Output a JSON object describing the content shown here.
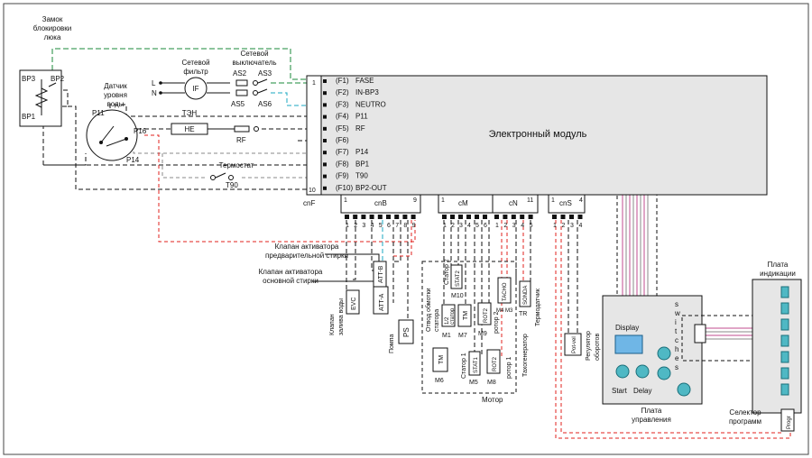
{
  "labels": {
    "door_lock": [
      "Замок",
      "блокировки",
      "люка"
    ],
    "bp3": "BP3",
    "bp2": "BP2",
    "bp1": "BP1",
    "level_sensor": [
      "Датчик",
      "уровня",
      "воды"
    ],
    "p11": "P11",
    "p16": "P16",
    "p14": "P14",
    "mains_filter": [
      "Сетевой",
      "фильтр"
    ],
    "if": "IF",
    "line_l": "L",
    "line_n": "N",
    "mains_switch": [
      "Сетевой",
      "выключатель"
    ],
    "as2": "AS2",
    "as3": "AS3",
    "as5": "AS5",
    "as6": "AS6",
    "heater": "ТЭН",
    "he": "HE",
    "rf": "RF",
    "thermostat": "Термостат",
    "t90": "T90",
    "module": "Электронный модуль",
    "cnf": "cnF",
    "cnf_1": "1",
    "cnf_10": "10",
    "cnb": "cnB",
    "cnm": "cM",
    "cnn": "cN",
    "cns": "cnS",
    "cnb_1": "1",
    "cnb_9": "9",
    "cnn_11": "11",
    "cns_1": "1",
    "cns_4": "4",
    "prewash_valve": [
      "Клапан активатора",
      "предварительной стирки"
    ],
    "main_valve": [
      "Клапан активатора",
      "основной стирки"
    ],
    "att_b": "ATT-B",
    "att_a": "ATT-A",
    "evc": "EVC",
    "fill_valve": [
      "Клапан",
      "залива воды"
    ],
    "ps": "PS",
    "pump": "Помпа",
    "stator_tap": [
      "Отвод обмотки",
      "статора"
    ],
    "stator2": "Статор 2",
    "stat2": "STAT2",
    "m10": "M10",
    "half_stator": [
      "1/2",
      "статор"
    ],
    "m1": "M1",
    "tm": "TM",
    "m7": "M7",
    "rot2": "ROT2",
    "m9": "M9",
    "rotor2": "ротор 2",
    "tacho": "TACHO",
    "m4m3": "M4 M3",
    "sonda": "SONDA",
    "tr": "TR",
    "tachogen": "Тахогенератор",
    "thermosensor": "Термодатчик",
    "m6": "M6",
    "stator1": "Статор 1",
    "stat1": "STAT1",
    "m5": "M5",
    "m8": "M8",
    "rotor1": "ротор 1",
    "motor": "Мотор",
    "potvel": "Pot-vel",
    "speed_reg": [
      "Регулятор",
      "оборотов"
    ],
    "display": "Display",
    "switches": [
      "s",
      "w",
      "i",
      "t",
      "c",
      "h",
      "e",
      "s"
    ],
    "start": "Start",
    "delay": "Delay",
    "control_board": [
      "Плата",
      "управления"
    ],
    "indication_board": [
      "Плата",
      "индикации"
    ],
    "prog_selector": [
      "Селектор",
      "программ"
    ],
    "progr": "Progr"
  },
  "cnf_pins": [
    {
      "code": "(F1)",
      "name": "FASE"
    },
    {
      "code": "(F2)",
      "name": "IN-BP3"
    },
    {
      "code": "(F3)",
      "name": "NEUTRO"
    },
    {
      "code": "(F4)",
      "name": "P11"
    },
    {
      "code": "(F5)",
      "name": "RF"
    },
    {
      "code": "(F6)",
      "name": ""
    },
    {
      "code": "(F7)",
      "name": "P14"
    },
    {
      "code": "(F8)",
      "name": "BP1"
    },
    {
      "code": "(F9)",
      "name": "T90"
    },
    {
      "code": "(F10)",
      "name": "BP2-OUT"
    }
  ],
  "cnb_numbers": [
    "1",
    "2",
    "3",
    "4",
    "5",
    "6",
    "7",
    "8",
    "9"
  ],
  "cnm_numbers": [
    "1",
    "2",
    "3",
    "4",
    "5",
    "6"
  ],
  "cnn_numbers": [
    "1",
    "2",
    "3",
    "4",
    "5"
  ],
  "cns_numbers": [
    "1",
    "2",
    "3",
    "4"
  ],
  "colors": {
    "wire": "#111111",
    "green": "#1a8a3a",
    "cyan": "#1aa7c2",
    "red": "#e0201e",
    "teal_button": "#4fb8c4",
    "lcd": "#6fb6e6"
  }
}
